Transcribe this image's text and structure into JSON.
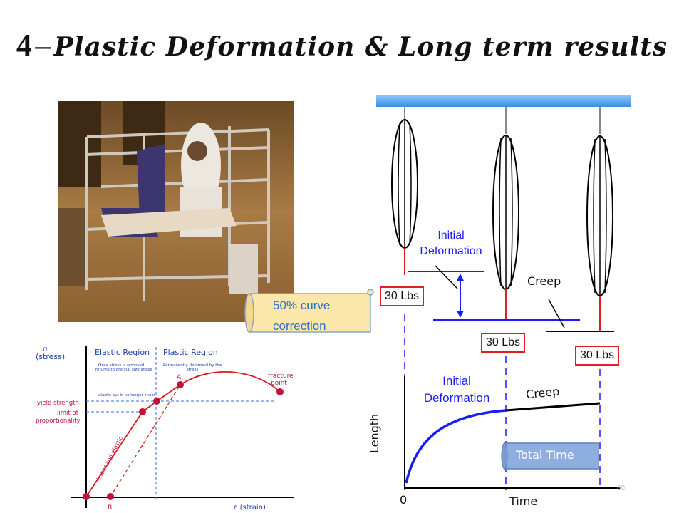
{
  "slide": {
    "title_number": "4",
    "title_dash": "–",
    "title_text": "Plastic Deformation & Long term results",
    "page_number": "60"
  },
  "callout": {
    "line1": "50% curve",
    "line2": "correction"
  },
  "muscle_diagram": {
    "weight_left": "30 Lbs",
    "weight_middle": "30 Lbs",
    "weight_right": "30 Lbs",
    "initial_deformation_line1": "Initial",
    "initial_deformation_line2": "Deformation",
    "creep": "Creep"
  },
  "length_graph": {
    "initial_deformation_line1": "Initial",
    "initial_deformation_line2": "Deformation",
    "creep": "Creep",
    "ylabel": "Length",
    "xlabel": "Time",
    "origin": "0",
    "total_time": "Total Time"
  },
  "stress_strain": {
    "sigma": "σ",
    "ylabel": "(stress)",
    "xlabel": "ε (strain)",
    "elastic_region": "Elastic Region",
    "elastic_desc_1": "Once stress is removed",
    "elastic_desc_2": "returns to original size/shape",
    "plastic_region": "Plastic Region",
    "plastic_desc_1": "Permanently deformed by the",
    "plastic_desc_2": "stress",
    "yield_strength": "yield strength",
    "limit_1": "limit of",
    "limit_2": "proportionality",
    "elastic_limit_note": "elastic but is no longer linear",
    "fracture_1": "fracture",
    "fracture_2": "point",
    "point_a": "A",
    "point_b": "B",
    "linear_elastic": "linear and elastic"
  },
  "colors": {
    "accent_blue": "#1a1aff",
    "weight_border": "#e02020",
    "curve_red": "#d81b1b",
    "callout_fill": "#fbe7a9",
    "total_time_fill": "#8eaee0"
  }
}
